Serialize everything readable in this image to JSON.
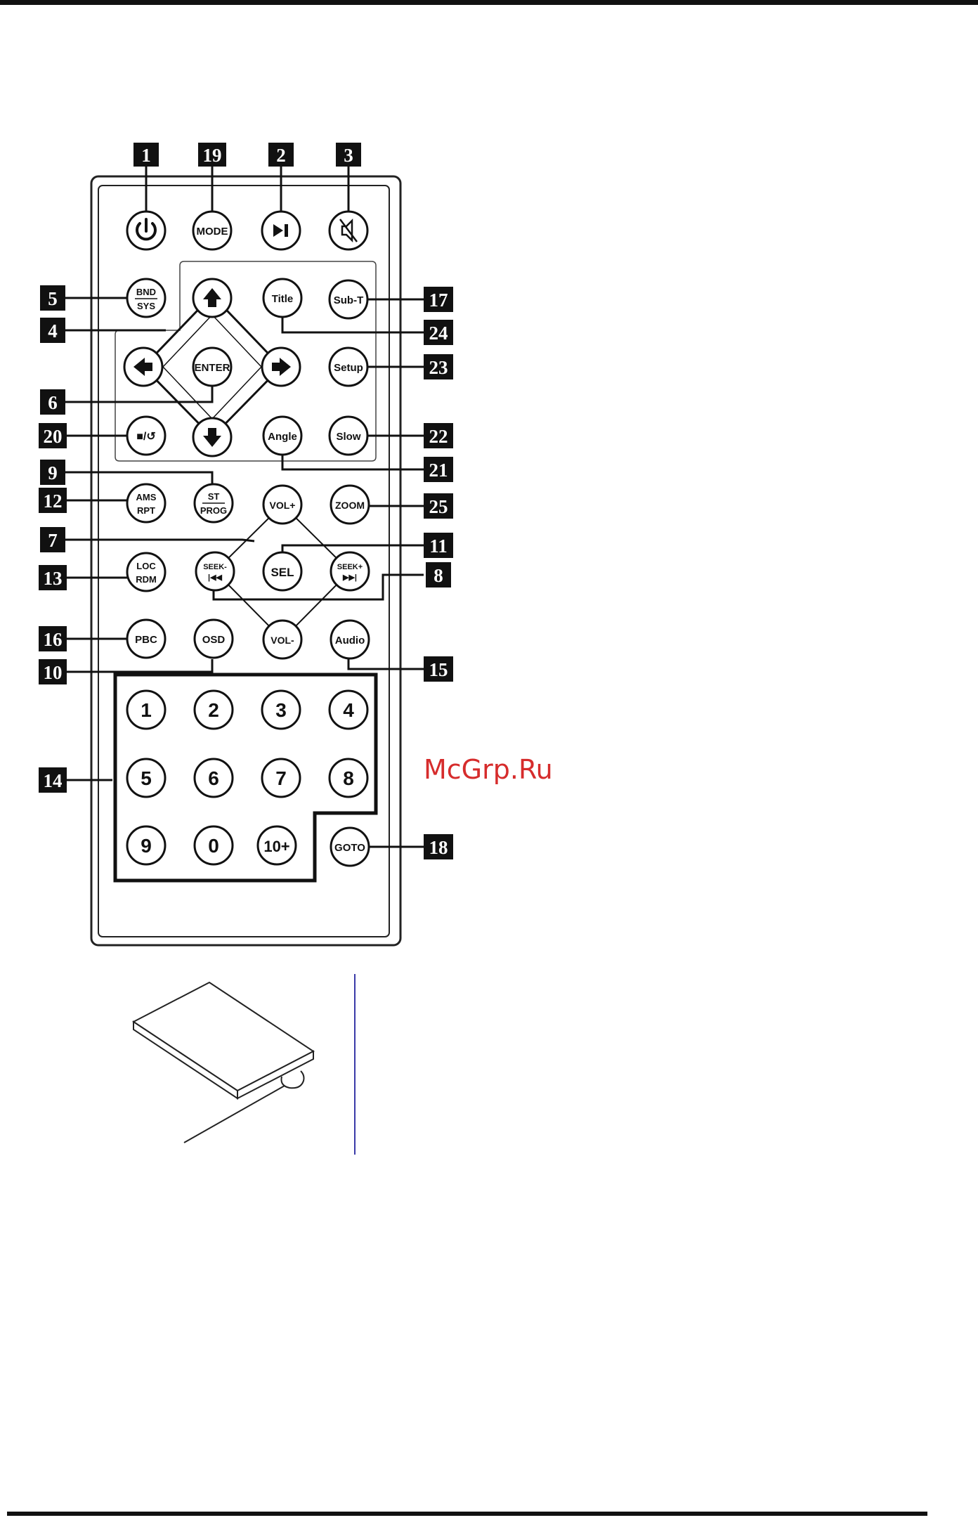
{
  "watermark": "McGrp.Ru",
  "colors": {
    "ink": "#111111",
    "callout_bg": "#111111",
    "callout_text": "#ffffff",
    "watermark": "#d62c2c",
    "divider": "#3a3aa8"
  },
  "buttons": {
    "power": {
      "icon": "power-icon"
    },
    "mode": {
      "label": "MODE"
    },
    "play_pause": {
      "icon": "play-pause-icon"
    },
    "mute": {
      "icon": "mute-icon"
    },
    "bnd_sys": {
      "line1": "BND",
      "line2": "SYS"
    },
    "up": {
      "icon": "arrow-up-icon"
    },
    "title": {
      "label": "Title"
    },
    "sub_t": {
      "label": "Sub-T"
    },
    "left": {
      "icon": "arrow-left-icon"
    },
    "enter": {
      "label": "ENTER"
    },
    "right": {
      "icon": "arrow-right-icon"
    },
    "setup": {
      "label": "Setup"
    },
    "stop_return": {
      "label": "■/↺"
    },
    "down": {
      "icon": "arrow-down-icon"
    },
    "angle": {
      "label": "Angle"
    },
    "slow": {
      "label": "Slow"
    },
    "ams_rpt": {
      "line1": "AMS",
      "line2": "RPT"
    },
    "st_prog": {
      "line1": "ST",
      "line2": "PROG"
    },
    "vol_up": {
      "label": "VOL+"
    },
    "zoom": {
      "label": "ZOOM"
    },
    "loc_rdm": {
      "line1": "LOC",
      "line2": "RDM"
    },
    "seek_back": {
      "line1": "SEEK-",
      "line2": "|◀◀"
    },
    "sel": {
      "label": "SEL"
    },
    "seek_fwd": {
      "line1": "SEEK+",
      "line2": "▶▶|"
    },
    "pbc": {
      "label": "PBC"
    },
    "osd": {
      "label": "OSD"
    },
    "vol_down": {
      "label": "VOL-"
    },
    "audio": {
      "label": "Audio"
    },
    "goto": {
      "label": "GOTO"
    },
    "digits": [
      "1",
      "2",
      "3",
      "4",
      "5",
      "6",
      "7",
      "8",
      "9",
      "0",
      "10+"
    ]
  },
  "callouts": {
    "c1": "1",
    "c19": "19",
    "c2": "2",
    "c3": "3",
    "c5": "5",
    "c4": "4",
    "c17": "17",
    "c24": "24",
    "c23": "23",
    "c6": "6",
    "c20": "20",
    "c22": "22",
    "c9": "9",
    "c21": "21",
    "c12": "12",
    "c25": "25",
    "c7": "7",
    "c11": "11",
    "c13": "13",
    "c8": "8",
    "c16": "16",
    "c15": "15",
    "c10": "10",
    "c14": "14",
    "c18": "18"
  }
}
